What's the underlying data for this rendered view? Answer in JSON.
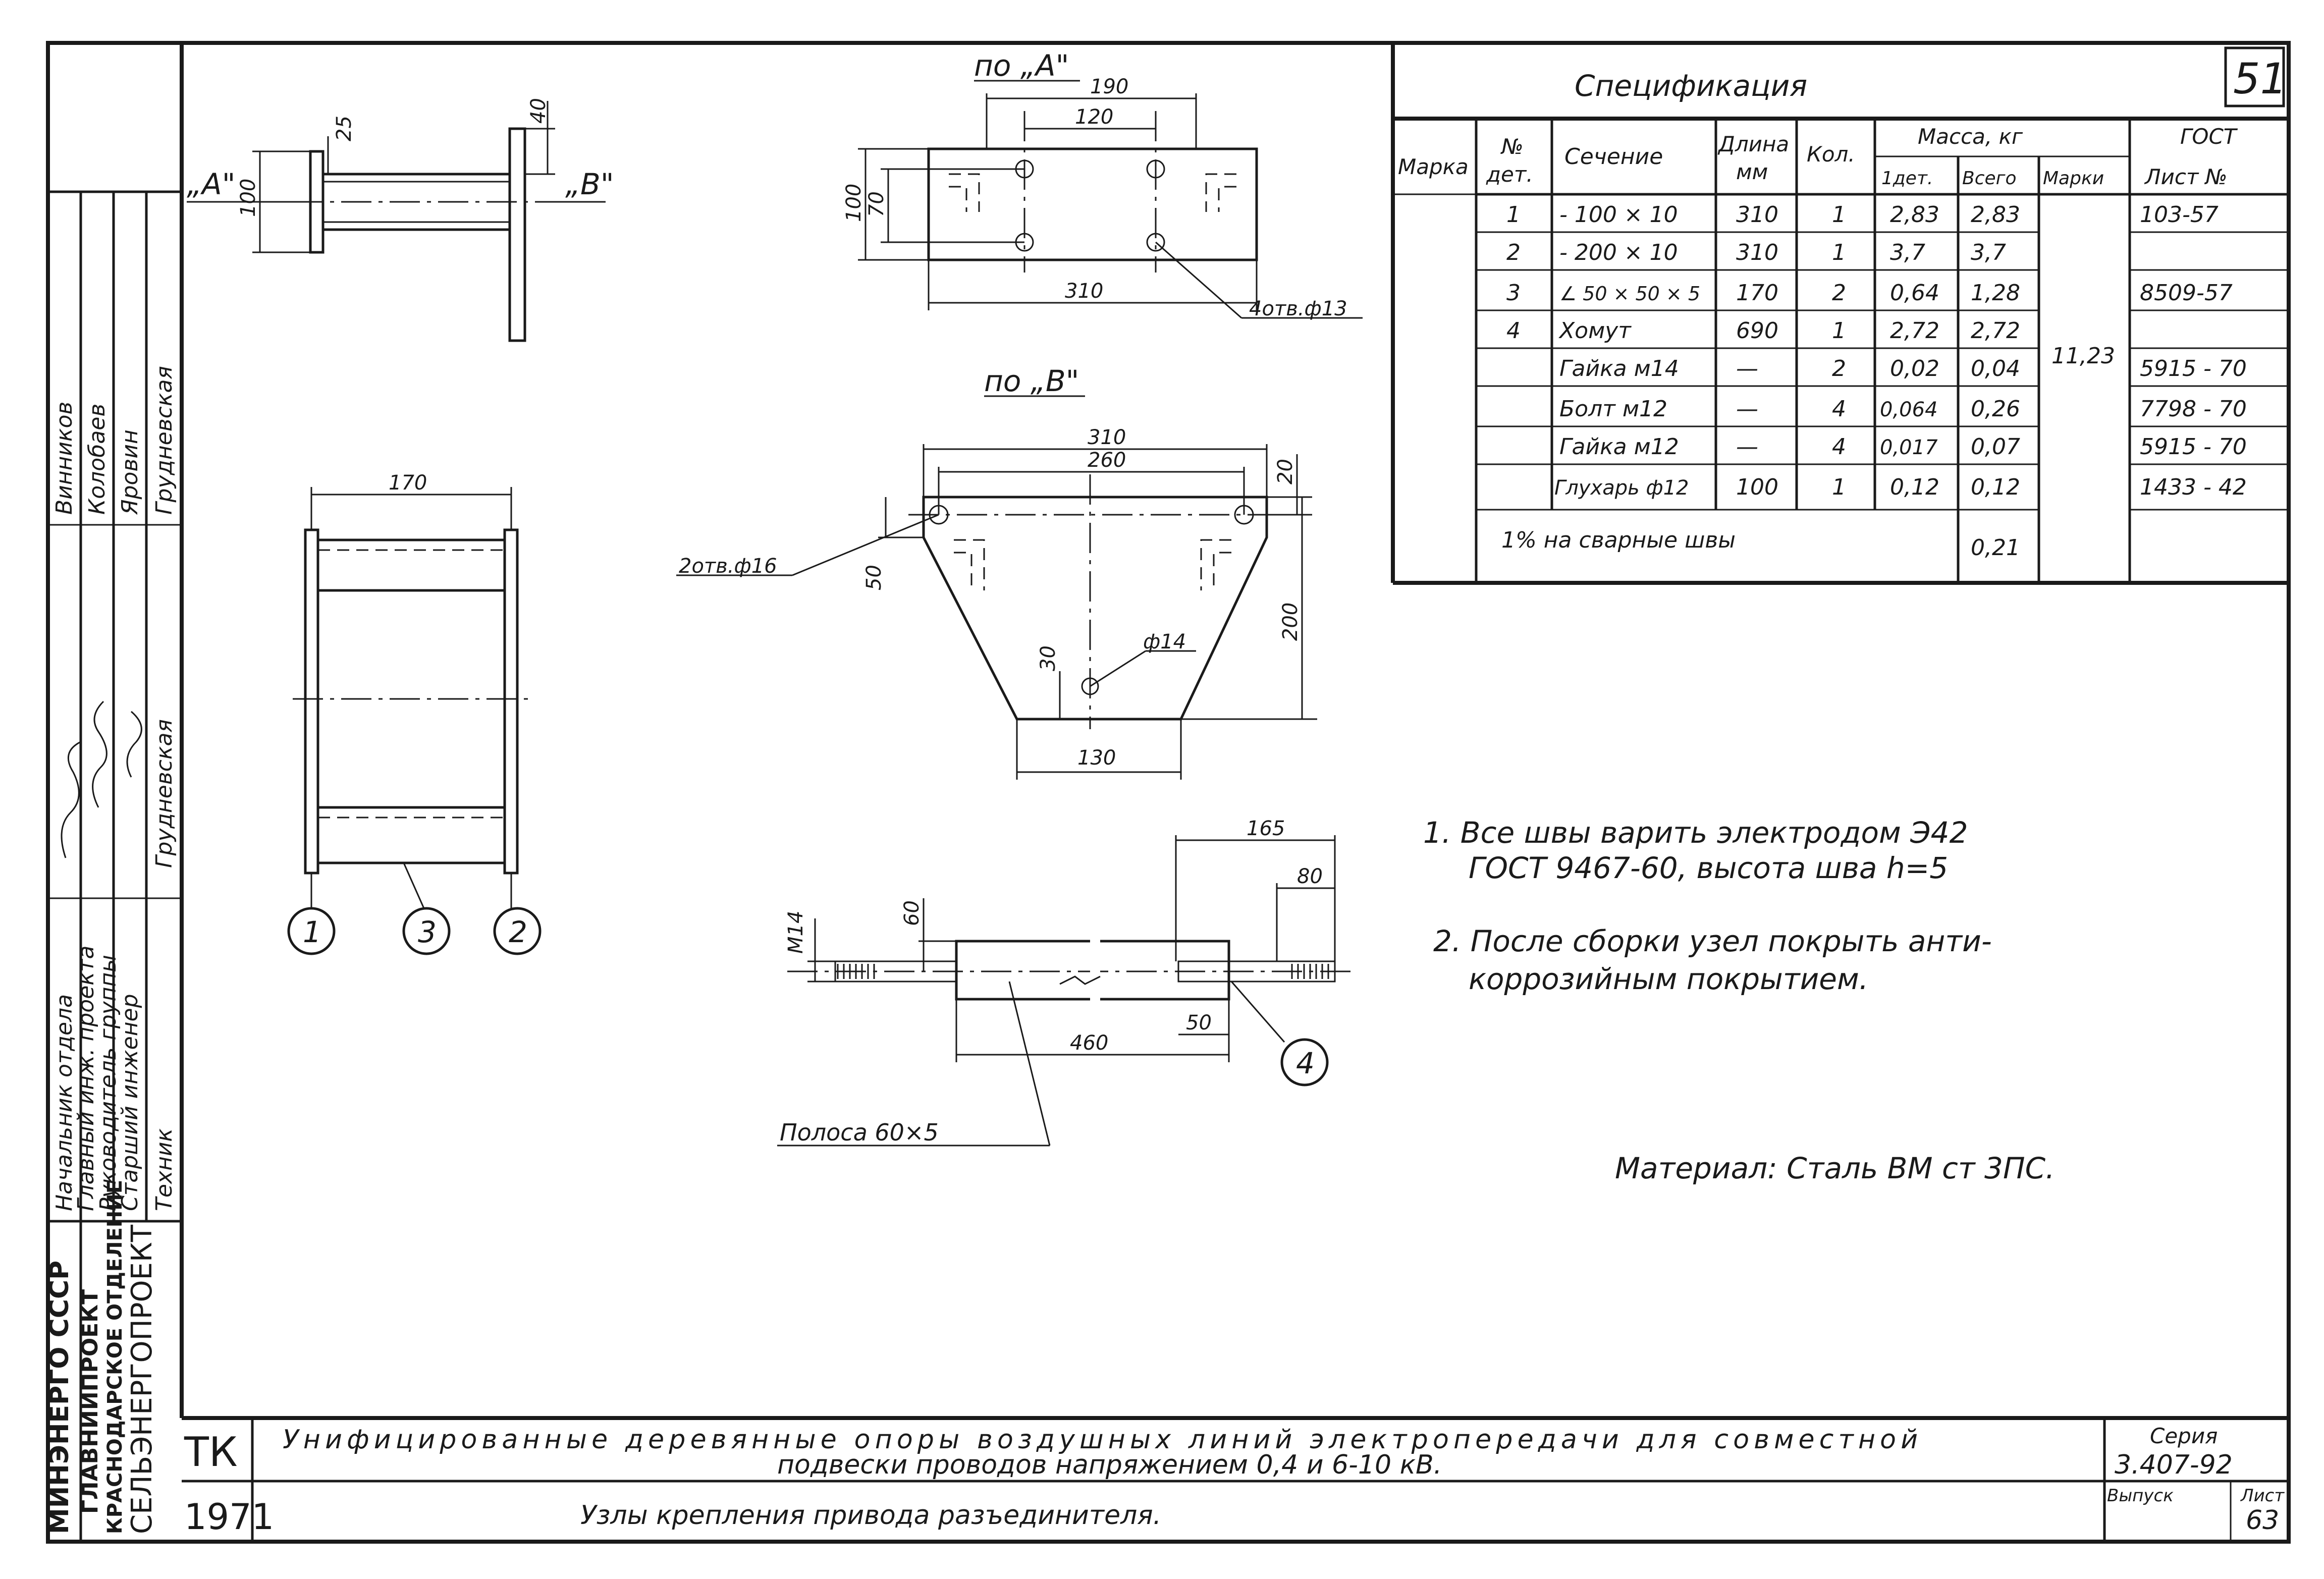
{
  "sheet": {
    "number": "51",
    "code": "ТК",
    "year": "1971",
    "title_line1": "Унифицированные деревянные опоры воздушных линий электропередачи для совместной",
    "title_line2": "подвески проводов напряжением 0,4 и 6-10 кВ.",
    "subtitle": "Узлы крепления привода разъединителя.",
    "series_label": "Серия",
    "series_value": "3.407-92",
    "issue_label": "Выпуск",
    "sheet_label": "Лист",
    "sheet_value": "63"
  },
  "org": {
    "line1": "МИНЭНЕРГО СССР",
    "line2": "ГЛАВНИИПРОЕКТ",
    "line3": "КРАСНОДАРСКОЕ ОТДЕЛЕНИЕ",
    "line4": "СЕЛЬЭНЕРГОПРОЕКТ"
  },
  "roles": [
    "Начальник отдела",
    "Главный инж. проекта",
    "Руководитель группы",
    "Старший инженер",
    "Техник"
  ],
  "names": [
    "Винников",
    "Колобаев",
    "Яровин",
    "Грудневская"
  ],
  "signature_label": "Грудневская",
  "spec": {
    "title": "Спецификация",
    "headers": {
      "mark": "Марка",
      "part_no_1": "№",
      "part_no_2": "дет.",
      "section": "Сечение",
      "length_1": "Длина",
      "length_2": "мм",
      "qty": "Кол.",
      "mass": "Масса, кг",
      "mass_one": "1дет.",
      "mass_all": "Всего",
      "mass_mark": "Марки",
      "gost": "ГОСТ",
      "gost_sheet": "Лист №"
    },
    "rows": [
      {
        "no": "1",
        "section": "- 100 × 10",
        "length": "310",
        "qty": "1",
        "m1": "2,83",
        "mall": "2,83",
        "gost": "103-57"
      },
      {
        "no": "2",
        "section": "- 200 × 10",
        "length": "310",
        "qty": "1",
        "m1": "3,7",
        "mall": "3,7",
        "gost": ""
      },
      {
        "no": "3",
        "section": "∠ 50 × 50 × 5",
        "length": "170",
        "qty": "2",
        "m1": "0,64",
        "mall": "1,28",
        "gost": "8509-57"
      },
      {
        "no": "4",
        "section": "Хомут",
        "length": "690",
        "qty": "1",
        "m1": "2,72",
        "mall": "2,72",
        "gost": ""
      },
      {
        "no": "",
        "section": "Гайка м14",
        "length": "—",
        "qty": "2",
        "m1": "0,02",
        "mall": "0,04",
        "gost": "5915 - 70"
      },
      {
        "no": "",
        "section": "Болт м12",
        "length": "—",
        "qty": "4",
        "m1": "0,064",
        "mall": "0,26",
        "gost": "7798 - 70"
      },
      {
        "no": "",
        "section": "Гайка м12",
        "length": "—",
        "qty": "4",
        "m1": "0,017",
        "mall": "0,07",
        "gost": "5915 - 70"
      },
      {
        "no": "",
        "section": "Глухарь ф12",
        "length": "100",
        "qty": "1",
        "m1": "0,12",
        "mall": "0,12",
        "gost": "1433 - 42"
      }
    ],
    "total_mark_mass": "11,23",
    "weld_label": "1% на сварные швы",
    "weld_mass": "0,21"
  },
  "notes": {
    "n1_line1": "1. Все швы варить электродом Э42",
    "n1_line2": "ГОСТ 9467-60, высота шва h=5",
    "n2_line1": "2. После сборки узел покрыть анти-",
    "n2_line2": "коррозийным покрытием.",
    "material": "Материал: Сталь ВМ ст 3ПС."
  },
  "views": {
    "view_a_title": "по „А\"",
    "view_b_title": "по „В\"",
    "arrow_a": "„А\"",
    "arrow_b": "„В\"",
    "strip_label": "Полоса 60×5",
    "holes_a": "4отв.ф13",
    "holes_b": "2отв.ф16",
    "hole_14": "ф14",
    "thread": "М14"
  },
  "dims": {
    "d25": "25",
    "d40": "40",
    "d100": "100",
    "d190": "190",
    "d120": "120",
    "d70": "70",
    "d100b": "100",
    "d310": "310",
    "d310b": "310",
    "d260": "260",
    "d20": "20",
    "d50": "50",
    "d200": "200",
    "d30": "30",
    "d130": "130",
    "d170": "170",
    "d165": "165",
    "d80": "80",
    "d60": "60",
    "d460": "460",
    "d50b": "50"
  },
  "callouts": [
    "1",
    "3",
    "2",
    "4"
  ]
}
